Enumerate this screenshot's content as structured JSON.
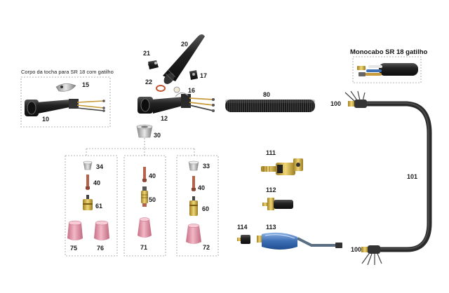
{
  "captions": {
    "torch_body": "Corpo da tocha para SR 18 com gatilho",
    "monocable": "Monocabo SR 18 gatilho"
  },
  "labels": {
    "p10": "10",
    "p12": "12",
    "p15": "15",
    "p16": "16",
    "p17": "17",
    "p20": "20",
    "p21": "21",
    "p22": "22",
    "p30": "30",
    "p33": "33",
    "p34": "34",
    "p40a": "40",
    "p40b": "40",
    "p40c": "40",
    "p50": "50",
    "p60": "60",
    "p61": "61",
    "p71": "71",
    "p72": "72",
    "p75": "75",
    "p76": "76",
    "p80": "80",
    "p100a": "100",
    "p100b": "100",
    "p101": "101",
    "p111": "111",
    "p112": "112",
    "p113": "113",
    "p114": "114"
  },
  "colors": {
    "nozzle_pink": "#e39aab",
    "brass": "#d8b548",
    "handle_blue": "#3d6fb5",
    "cable_dark": "#2b2b2b",
    "hose_dark": "#1c1c1c"
  }
}
